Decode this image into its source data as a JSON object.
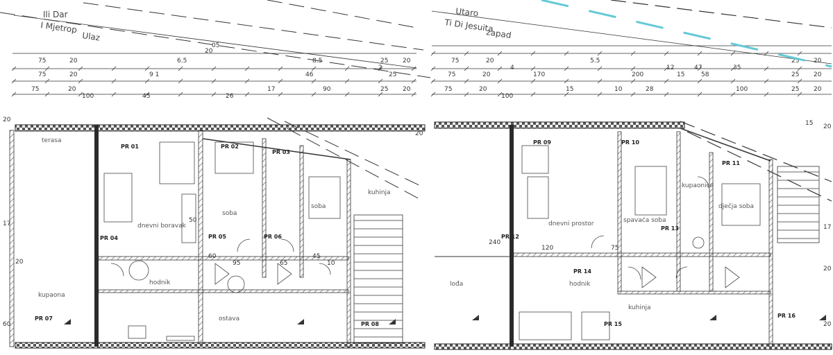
{
  "colors": {
    "line": "#333333",
    "wall": "#2b2b2b",
    "hatch": "#7a7a7a",
    "accent": "#63c9d6",
    "text": "#444444"
  },
  "left_plan": {
    "title_lines": [
      "Ili Dar",
      "I Mjetrop",
      "Ulaz"
    ],
    "dim_row1": [
      "75",
      "20",
      "6.5",
      "20",
      "8.5",
      "46",
      "25",
      "20"
    ],
    "dim_row2": [
      "75",
      "20",
      "9 1",
      "05",
      "2",
      "25"
    ],
    "dim_row3": [
      "75",
      "20",
      "100",
      "45",
      "26",
      "17",
      "90",
      "25",
      "20"
    ],
    "side_labels": [
      "20",
      "17",
      "20",
      "60",
      "20"
    ],
    "room_labels": [
      "dnevni boravak",
      "soba",
      "soba",
      "kuhinja",
      "hodnik",
      "ostava",
      "kupaona",
      "terasa"
    ],
    "tags": [
      "PR 01",
      "PR 02",
      "PR 03",
      "PR 04",
      "PR 05",
      "PR 06",
      "PR 07",
      "PR 08"
    ],
    "mid_dims": [
      "60",
      "95",
      "65",
      "45",
      "50",
      "10"
    ]
  },
  "right_plan": {
    "title_lines": [
      "Utaro",
      "Ti Di Jesuita",
      "zapad"
    ],
    "dim_row1": [
      "75",
      "20",
      "4",
      "5.5",
      "12",
      "47",
      "35",
      "25",
      "20"
    ],
    "dim_row2": [
      "75",
      "20",
      "170",
      "200",
      "15",
      "58",
      "25",
      "20"
    ],
    "dim_row3": [
      "75",
      "20",
      "100",
      "15",
      "10",
      "28",
      "100",
      "25",
      "20"
    ],
    "side_labels": [
      "20",
      "17",
      "20",
      "20"
    ],
    "room_labels": [
      "dnevni prostor",
      "spavaća soba",
      "dječja soba",
      "kupaonica",
      "hodnik",
      "kuhinja",
      "lođa"
    ],
    "tags": [
      "PR 09",
      "PR 10",
      "PR 11",
      "PR 12",
      "PR 13",
      "PR 14",
      "PR 15",
      "PR 16"
    ],
    "mid_dims": [
      "240",
      "120",
      "75",
      "15"
    ]
  }
}
